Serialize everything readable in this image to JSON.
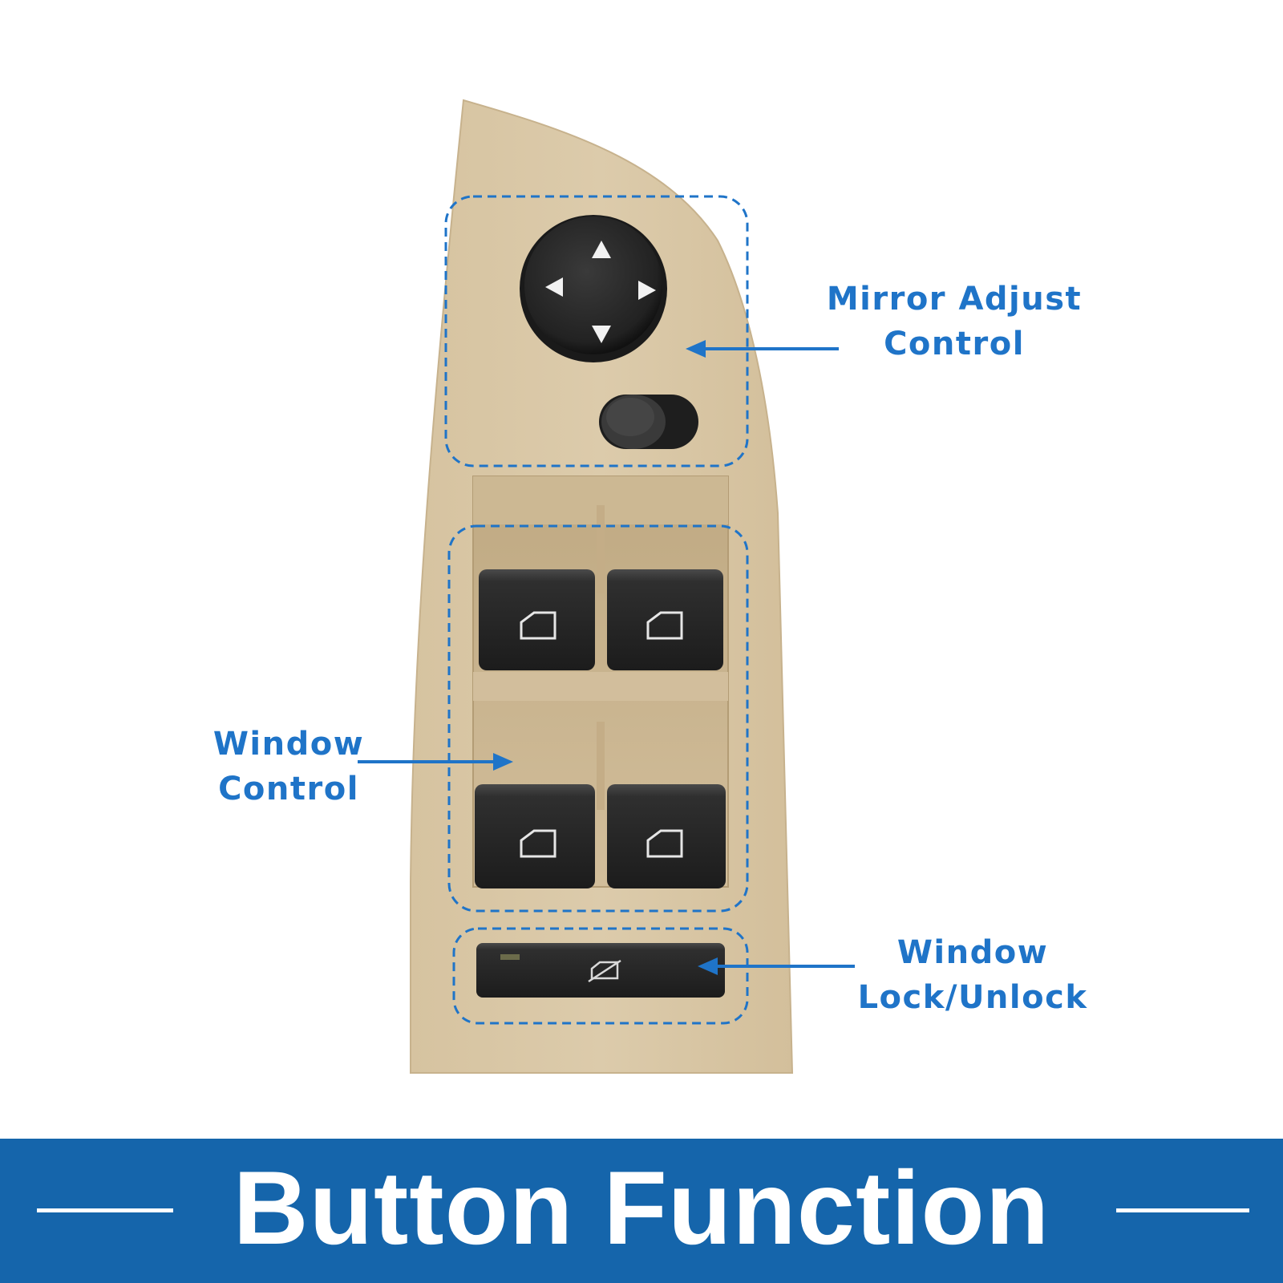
{
  "callouts": {
    "mirror_adjust": {
      "line1": "Mirror Adjust",
      "line2": "Control"
    },
    "window_control": {
      "line1": "Window",
      "line2": "Control"
    },
    "window_lock": {
      "line1": "Window",
      "line2": "Lock/Unlock"
    }
  },
  "banner": {
    "title": "Button Function"
  },
  "colors": {
    "accent_blue": "#1f74c8",
    "banner_blue": "#1565ab",
    "panel_beige": "#d9c7a6",
    "button_black": "#2b2b2b"
  },
  "icons": {
    "mirror_joystick": "four-direction-arrows-icon",
    "mirror_selector": "toggle-switch-icon",
    "window_buttons": "car-window-icon",
    "lock_button": "window-lock-icon"
  }
}
